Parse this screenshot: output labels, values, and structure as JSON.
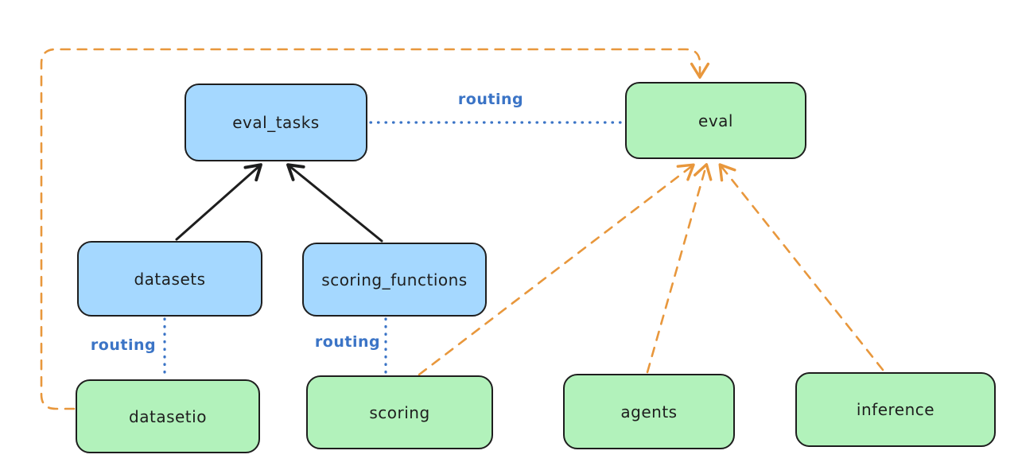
{
  "colors": {
    "node_blue_fill": "#a5d8ff",
    "node_green_fill": "#b2f2bb",
    "node_border": "#1e1e1e",
    "solid_arrow": "#1e1e1e",
    "routing_blue": "#3b74c6",
    "dashed_orange": "#e8973c",
    "background": "#ffffff"
  },
  "diagram": {
    "nodes": [
      {
        "id": "eval_tasks",
        "label": "eval_tasks",
        "fill": "blue"
      },
      {
        "id": "eval",
        "label": "eval",
        "fill": "green"
      },
      {
        "id": "datasets",
        "label": "datasets",
        "fill": "blue"
      },
      {
        "id": "scoring_functions",
        "label": "scoring_functions",
        "fill": "blue"
      },
      {
        "id": "datasetio",
        "label": "datasetio",
        "fill": "green"
      },
      {
        "id": "scoring",
        "label": "scoring",
        "fill": "green"
      },
      {
        "id": "agents",
        "label": "agents",
        "fill": "green"
      },
      {
        "id": "inference",
        "label": "inference",
        "fill": "green"
      }
    ],
    "edges": [
      {
        "from": "datasets",
        "to": "eval_tasks",
        "style": "solid",
        "color": "#1e1e1e",
        "label": ""
      },
      {
        "from": "scoring_functions",
        "to": "eval_tasks",
        "style": "solid",
        "color": "#1e1e1e",
        "label": ""
      },
      {
        "from": "eval_tasks",
        "to": "eval",
        "style": "dotted",
        "color": "#3b74c6",
        "label": "routing"
      },
      {
        "from": "datasets",
        "to": "datasetio",
        "style": "dotted",
        "color": "#3b74c6",
        "label": "routing"
      },
      {
        "from": "scoring_functions",
        "to": "scoring",
        "style": "dotted",
        "color": "#3b74c6",
        "label": "routing"
      },
      {
        "from": "datasetio",
        "to": "eval",
        "style": "dashed",
        "color": "#e8973c",
        "label": ""
      },
      {
        "from": "scoring",
        "to": "eval",
        "style": "dashed",
        "color": "#e8973c",
        "label": ""
      },
      {
        "from": "agents",
        "to": "eval",
        "style": "dashed",
        "color": "#e8973c",
        "label": ""
      },
      {
        "from": "inference",
        "to": "eval",
        "style": "dashed",
        "color": "#e8973c",
        "label": ""
      }
    ]
  }
}
